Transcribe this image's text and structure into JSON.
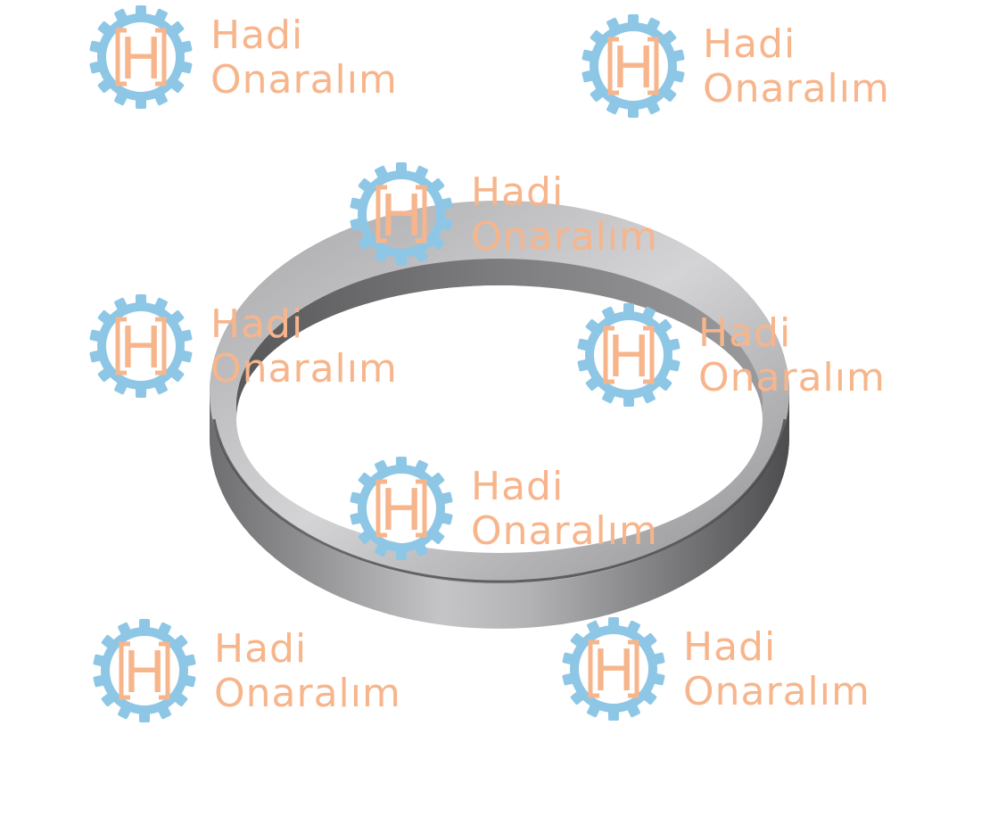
{
  "colors": {
    "background": "#ffffff",
    "brand_orange": "#F7B58C",
    "brand_blue": "#8EC7E6",
    "metal_dark": "#4a4a4c",
    "metal_mid": "#8a8a8c",
    "metal_light": "#c9c9cb"
  },
  "watermark": {
    "letter": "H",
    "line1": "Hadi",
    "line2": "Onaralım"
  },
  "product": {
    "icon": "steel-ring-bushing"
  }
}
